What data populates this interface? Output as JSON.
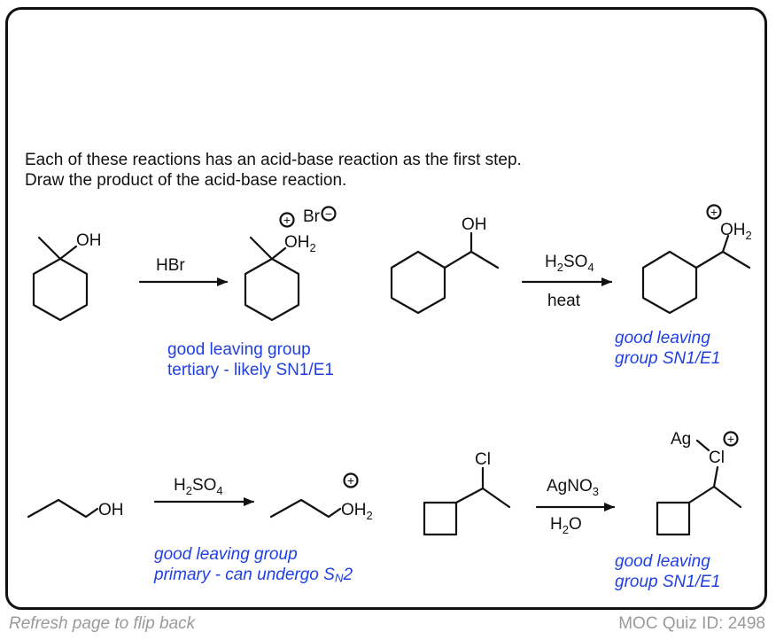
{
  "instructions": {
    "line1": "Each of these reactions has an acid-base reaction as the first step.",
    "line2": "Draw the product of the acid-base reaction."
  },
  "reactions": [
    {
      "reactant_label": "OH",
      "reagent_top": "HBr",
      "reagent_bottom": "",
      "product_label": "OH",
      "product_label_sub": "2",
      "counterion": "Br",
      "note_line1": "good leaving group",
      "note_line2": "tertiary - likely SN1/E1"
    },
    {
      "reactant_label": "OH",
      "reagent_top": "H",
      "reagent_top_sub1": "2",
      "reagent_top_mid": "SO",
      "reagent_top_sub2": "4",
      "reagent_bottom": "heat",
      "product_label": "OH",
      "product_label_sub": "2",
      "note_line1": "good leaving",
      "note_line2": "group SN1/E1"
    },
    {
      "reactant_label": "OH",
      "reagent_top": "H",
      "reagent_top_sub1": "2",
      "reagent_top_mid": "SO",
      "reagent_top_sub2": "4",
      "reagent_bottom": "",
      "product_label": "OH",
      "product_label_sub": "2",
      "note_line1": "good leaving group",
      "note_line2_prefix": "primary - can undergo S",
      "note_line2_sub": "N",
      "note_line2_suffix": "2"
    },
    {
      "reactant_label": "Cl",
      "reagent_top": "AgNO",
      "reagent_top_sub": "3",
      "reagent_bottom": "H",
      "reagent_bottom_sub": "2",
      "reagent_bottom_suffix": "O",
      "product_label": "Cl",
      "product_label_ag": "Ag",
      "note_line1": "good leaving",
      "note_line2": "group SN1/E1"
    }
  ],
  "symbols": {
    "plus": "+",
    "minus": "−"
  },
  "footer": {
    "left": "Refresh page to flip back",
    "right": "MOC Quiz ID: 2498"
  }
}
